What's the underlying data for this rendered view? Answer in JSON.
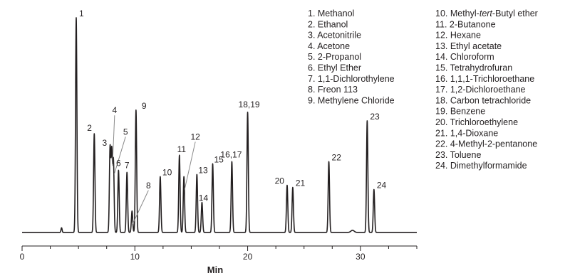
{
  "chart_data": {
    "type": "line",
    "xlabel": "Min",
    "ylabel": "",
    "title": "",
    "xlim": [
      0,
      35
    ],
    "x_ticks": [
      0,
      10,
      20,
      30
    ],
    "x_tick_labels": [
      "0",
      "10",
      "20",
      "30"
    ],
    "x_minor_step": 2.5,
    "ylim": [
      0,
      100
    ],
    "baseline": 2,
    "grid": false,
    "peaks": [
      {
        "label": "1",
        "rt": 4.8,
        "height": 100
      },
      {
        "label": "2",
        "rt": 6.4,
        "height": 46
      },
      {
        "label": "3",
        "rt": 7.8,
        "height": 39
      },
      {
        "label": "4",
        "rt": 7.95,
        "height": 37
      },
      {
        "label": "5",
        "rt": 8.1,
        "height": 33
      },
      {
        "label": "6",
        "rt": 8.55,
        "height": 29
      },
      {
        "label": "7",
        "rt": 9.3,
        "height": 28
      },
      {
        "label": "8",
        "rt": 9.75,
        "height": 10
      },
      {
        "label": "9",
        "rt": 10.1,
        "height": 57
      },
      {
        "label": "10",
        "rt": 12.25,
        "height": 26
      },
      {
        "label": "11",
        "rt": 13.95,
        "height": 36
      },
      {
        "label": "12",
        "rt": 14.35,
        "height": 26
      },
      {
        "label": "13",
        "rt": 15.5,
        "height": 27
      },
      {
        "label": "14",
        "rt": 15.95,
        "height": 14
      },
      {
        "label": "15",
        "rt": 16.9,
        "height": 32
      },
      {
        "label": "16,17",
        "rt": 18.6,
        "height": 33
      },
      {
        "label": "18,19",
        "rt": 20.0,
        "height": 56
      },
      {
        "label": "20",
        "rt": 23.5,
        "height": 22
      },
      {
        "label": "21",
        "rt": 24.0,
        "height": 21
      },
      {
        "label": "22",
        "rt": 27.2,
        "height": 33
      },
      {
        "label": "23",
        "rt": 30.6,
        "height": 52
      },
      {
        "label": "24",
        "rt": 31.2,
        "height": 20
      }
    ],
    "legend": {
      "left_column": [
        "1. Methanol",
        "2. Ethanol",
        "3. Acetonitrile",
        "4. Acetone",
        "5. 2-Propanol",
        "6. Ethyl Ether",
        "7. 1,1-Dichlorothylene",
        "8. Freon 113",
        "9. Methylene Chloride"
      ],
      "right_column": [
        "10. Methyl-tert-Butyl ether",
        "11. 2-Butanone",
        "12. Hexane",
        "13. Ethyl acetate",
        "14. Chloroform",
        "15. Tetrahydrofuran",
        "16. 1,1,1-Trichloroethane",
        "17. 1,2-Dichloroethane",
        "18. Carbon tetrachloride",
        "19. Benzene",
        "20. Trichloroethylene",
        "21. 1,4-Dioxane",
        "22. 4-Methyl-2-pentanone",
        "23. Toluene",
        "24. Dimethylformamide"
      ]
    }
  },
  "colors": {
    "trace": "#231f20",
    "axis": "#231f20",
    "leader": "#8a8a8a"
  }
}
